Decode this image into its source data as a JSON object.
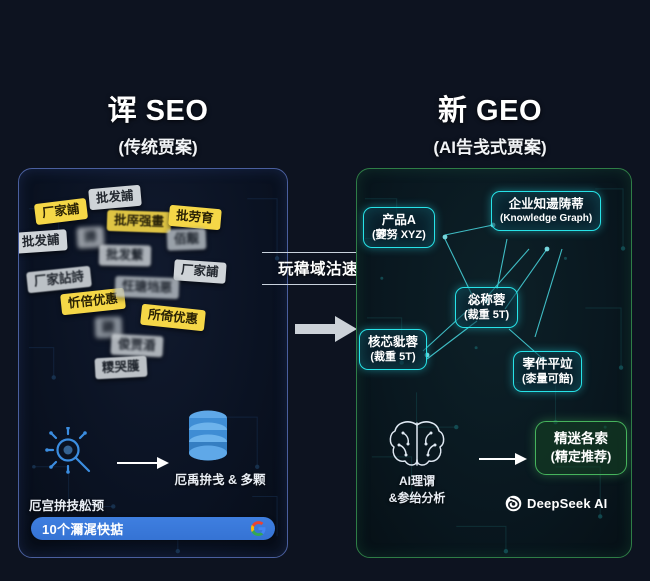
{
  "headings": {
    "left": {
      "main": "诨 SEO",
      "sub": "(传统贾案)"
    },
    "right": {
      "main": "新 GEO",
      "sub": "(AI告戋式贾案)"
    }
  },
  "middle": {
    "caption": "玩稦域沽速娃",
    "arrow_icon": "right-arrow-icon"
  },
  "left_panel": {
    "tags": [
      {
        "text": "批发誧",
        "style": "gray"
      },
      {
        "text": "厂家誧",
        "style": "yellow"
      },
      {
        "text": "批厗强畫",
        "style": "yellow"
      },
      {
        "text": "批劳育",
        "style": "yellow"
      },
      {
        "text": "批发誧",
        "style": "gray"
      },
      {
        "text": "搙",
        "style": "gray"
      },
      {
        "text": "批发蘩",
        "style": "gray"
      },
      {
        "text": "佰觏",
        "style": "gray"
      },
      {
        "text": "厂家誧",
        "style": "gray"
      },
      {
        "text": "厂家詀詩",
        "style": "gray"
      },
      {
        "text": "忻倍优惠",
        "style": "yellow"
      },
      {
        "text": "忹瑭垱悪",
        "style": "gray"
      },
      {
        "text": "所倚优惠",
        "style": "yellow"
      },
      {
        "text": "鼸",
        "style": "gray"
      },
      {
        "text": "俊贾涽",
        "style": "gray"
      },
      {
        "text": "糭哭臒",
        "style": "gray"
      }
    ],
    "flow": {
      "magnifier_icon": "search-bug-icon",
      "arrow_icon": "right-arrow-icon",
      "db_icon": "database-icon",
      "db_label": "厄禹拚戋 & 多颗",
      "mag_label": "厄宫拚技舩预",
      "search_query": "10个濔浘快掂",
      "search_engine_icon": "google-icon"
    }
  },
  "right_panel": {
    "nodes": [
      {
        "id": "product",
        "t1": "产品A",
        "t2": "(蘷努 XYZ)"
      },
      {
        "id": "knowledge",
        "t1": "企业知逿陦蒂",
        "t2": "(Knowledge Graph)",
        "en": true
      },
      {
        "id": "center",
        "t1": "惢称蓉",
        "t2": "(裁重 5T)"
      },
      {
        "id": "core",
        "t1": "核芯豼蓉",
        "t2": "(裁重 5T)"
      },
      {
        "id": "case",
        "t1": "宯件平竝",
        "t2": "(桼量可餢)"
      }
    ],
    "flow": {
      "brain_icon": "brain-icon",
      "brain_label_line1": "AI理谓",
      "brain_label_line2": "&参绐分析",
      "arrow_icon": "right-arrow-icon",
      "result_line1": "精迷各索",
      "result_line2": "(精定推荐)",
      "brand_icon": "deepseek-logo-icon",
      "brand_text": "DeepSeek AI"
    }
  },
  "colors": {
    "background": "#0d1320",
    "left_border": "#4a5f9e",
    "right_border": "#2e7d46",
    "node_cyan": "#27e3e8",
    "tag_yellow": "#f5d747",
    "tag_gray": "#cfd4d8",
    "search_blue": "#3f7fe0",
    "green_accent": "#46b35c"
  }
}
